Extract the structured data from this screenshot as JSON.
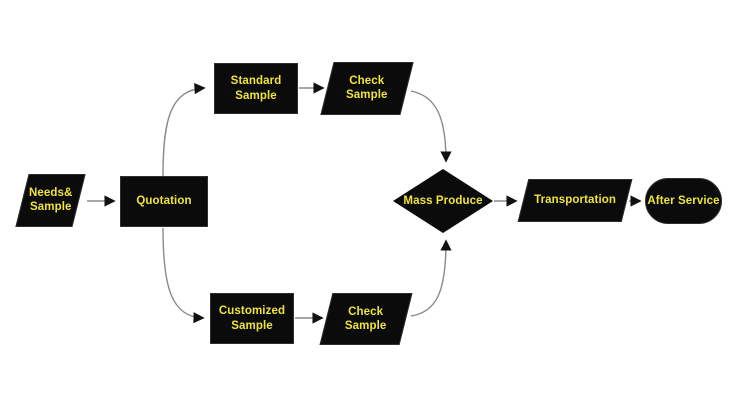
{
  "diagram": {
    "type": "flowchart",
    "background": "#ffffff",
    "colors": {
      "shape_fill": "#0b0b0b",
      "label_text": "#f0e33c",
      "connector_line": "#8a8a8a",
      "arrowhead": "#111111"
    },
    "nodes": [
      {
        "id": "needs-sample",
        "shape": "parallelogram",
        "label": "Needs&\nSample"
      },
      {
        "id": "quotation",
        "shape": "rectangle",
        "label": "Quotation"
      },
      {
        "id": "standard-sample",
        "shape": "rectangle",
        "label": "Standard\nSample"
      },
      {
        "id": "check-sample-top",
        "shape": "parallelogram",
        "label": "Check\nSample"
      },
      {
        "id": "customized-sample",
        "shape": "rectangle",
        "label": "Customized\nSample"
      },
      {
        "id": "check-sample-bottom",
        "shape": "parallelogram",
        "label": "Check\nSample"
      },
      {
        "id": "mass-produce",
        "shape": "diamond",
        "label": "Mass Produce"
      },
      {
        "id": "transportation",
        "shape": "parallelogram",
        "label": "Transportation"
      },
      {
        "id": "after-service",
        "shape": "stadium",
        "label": "After Service"
      }
    ],
    "edges": [
      {
        "from": "needs-sample",
        "to": "quotation"
      },
      {
        "from": "quotation",
        "to": "standard-sample"
      },
      {
        "from": "standard-sample",
        "to": "check-sample-top"
      },
      {
        "from": "check-sample-top",
        "to": "mass-produce"
      },
      {
        "from": "quotation",
        "to": "customized-sample"
      },
      {
        "from": "customized-sample",
        "to": "check-sample-bottom"
      },
      {
        "from": "check-sample-bottom",
        "to": "mass-produce"
      },
      {
        "from": "mass-produce",
        "to": "transportation"
      },
      {
        "from": "transportation",
        "to": "after-service"
      }
    ]
  }
}
